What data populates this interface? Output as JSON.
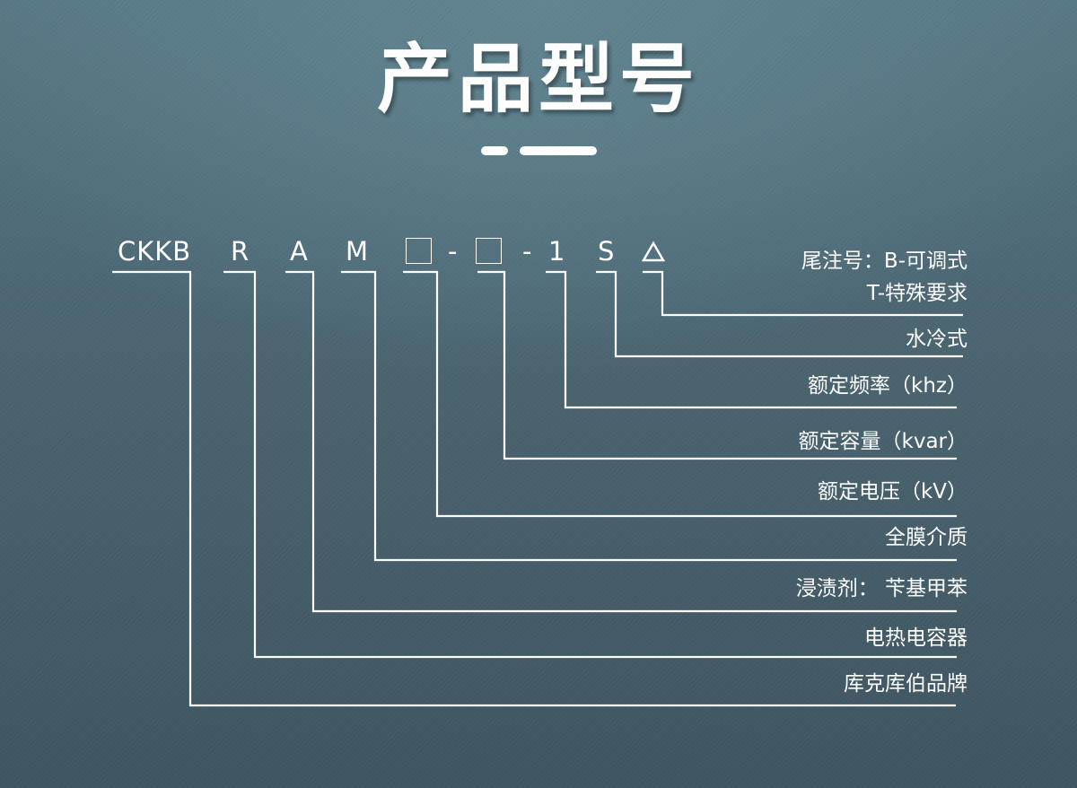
{
  "title": "产品型号",
  "code_parts": {
    "brand": "CKKB",
    "r": "R",
    "a": "A",
    "m": "M",
    "dash1": "-",
    "dash2": "-",
    "one": "1",
    "s": "S",
    "triangle": "△"
  },
  "labels": {
    "suffix_line1": "尾注号：B-可调式",
    "suffix_line2": "T-特殊要求",
    "water_cooled": "水冷式",
    "rated_frequency": "额定频率（khz）",
    "rated_capacity": "额定容量（kvar）",
    "rated_voltage": "额定电压（kV）",
    "full_film_dielectric": "全膜介质",
    "impregnant": "浸渍剂： 苄基甲苯",
    "electrothermal_capacitor": "电热电容器",
    "brand_name": "库克库伯品牌"
  },
  "colors": {
    "background_top": "#628592",
    "background_bottom": "#3f5661",
    "foreground": "#ffffff"
  }
}
